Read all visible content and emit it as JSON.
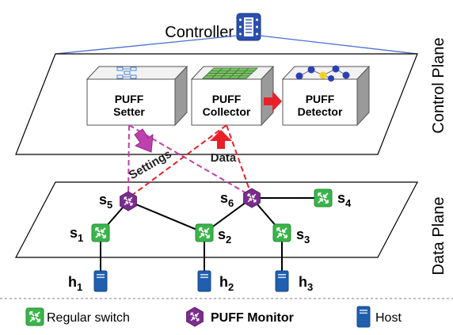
{
  "controller": {
    "label": "Controller"
  },
  "planes": {
    "control": "Control Plane",
    "data": "Data Plane"
  },
  "boxes": {
    "setter": {
      "line1": "PUFF",
      "line2": "Setter"
    },
    "collector": {
      "line1": "PUFF",
      "line2": "Collector"
    },
    "detector": {
      "line1": "PUFF",
      "line2": "Detector"
    }
  },
  "flows": {
    "settings": "Settings",
    "data": "Data"
  },
  "switches": {
    "s1": {
      "base": "s",
      "sub": "1"
    },
    "s2": {
      "base": "s",
      "sub": "2"
    },
    "s3": {
      "base": "s",
      "sub": "3"
    },
    "s4": {
      "base": "s",
      "sub": "4"
    },
    "s5": {
      "base": "s",
      "sub": "5"
    },
    "s6": {
      "base": "s",
      "sub": "6"
    }
  },
  "hosts": {
    "h1": {
      "base": "h",
      "sub": "1"
    },
    "h2": {
      "base": "h",
      "sub": "2"
    },
    "h3": {
      "base": "h",
      "sub": "3"
    }
  },
  "legend": {
    "regular_switch": "Regular switch",
    "puff_monitor": "PUFF Monitor",
    "host": "Host"
  },
  "colors": {
    "switch_green": "#39b54a",
    "monitor_purple": "#7b2d8e",
    "host_blue": "#1f5fad",
    "settings_magenta": "#c040b0",
    "data_red": "#e8202a"
  }
}
